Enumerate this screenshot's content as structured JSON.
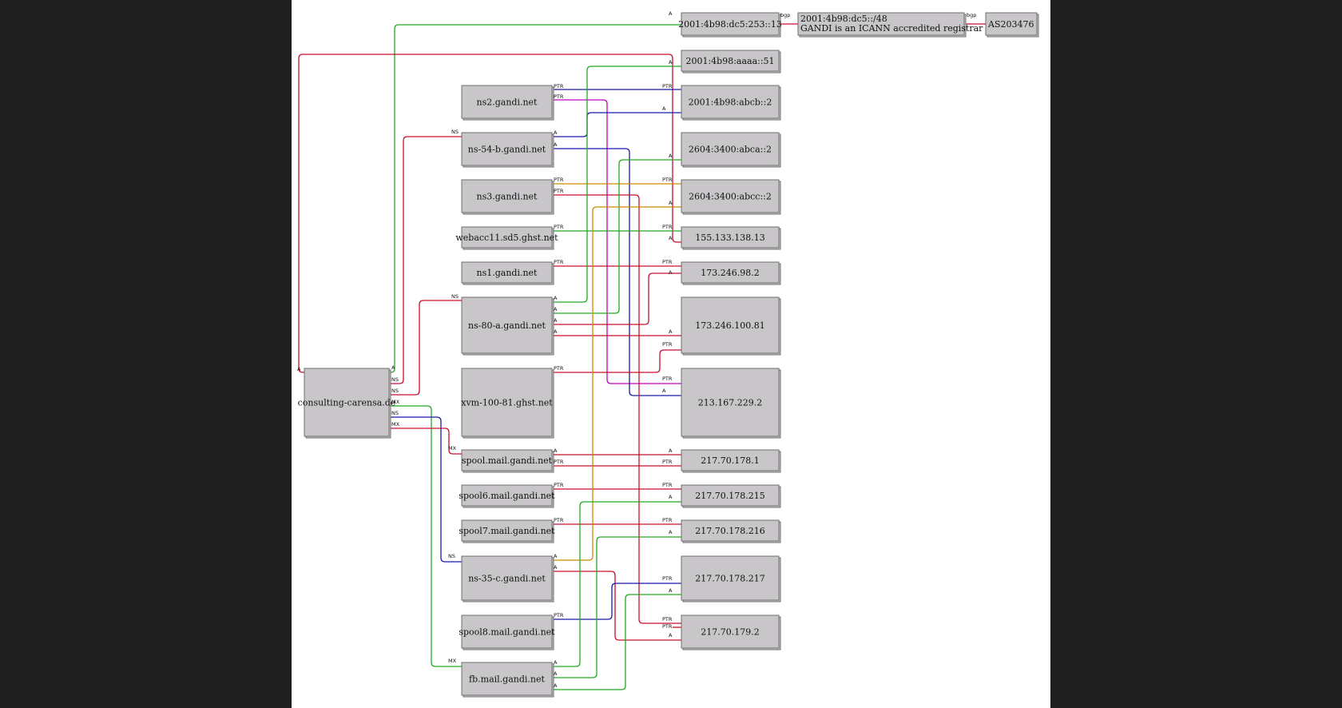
{
  "colors": {
    "red": "#c8102e",
    "green": "#22aa22",
    "blue": "#1a1aaa",
    "orange": "#d08a00",
    "magenta": "#c000c0",
    "background": "#1e1e1e",
    "canvas": "#ffffff",
    "node_fill": "#c8c6c9"
  },
  "nodes": [
    {
      "id": "consulting",
      "label": [
        "consulting-carensa.de"
      ]
    },
    {
      "id": "ns2",
      "label": [
        "ns2.gandi.net"
      ]
    },
    {
      "id": "ns54b",
      "label": [
        "ns-54-b.gandi.net"
      ]
    },
    {
      "id": "ns3",
      "label": [
        "ns3.gandi.net"
      ]
    },
    {
      "id": "webacc",
      "label": [
        "webacc11.sd5.ghst.net"
      ]
    },
    {
      "id": "ns1",
      "label": [
        "ns1.gandi.net"
      ]
    },
    {
      "id": "ns80a",
      "label": [
        "ns-80-a.gandi.net"
      ]
    },
    {
      "id": "xvm",
      "label": [
        "xvm-100-81.ghst.net"
      ]
    },
    {
      "id": "spool",
      "label": [
        "spool.mail.gandi.net"
      ]
    },
    {
      "id": "spool6",
      "label": [
        "spool6.mail.gandi.net"
      ]
    },
    {
      "id": "spool7",
      "label": [
        "spool7.mail.gandi.net"
      ]
    },
    {
      "id": "ns35c",
      "label": [
        "ns-35-c.gandi.net"
      ]
    },
    {
      "id": "spool8",
      "label": [
        "spool8.mail.gandi.net"
      ]
    },
    {
      "id": "fb",
      "label": [
        "fb.mail.gandi.net"
      ]
    },
    {
      "id": "ip_253",
      "label": [
        "2001:4b98:dc5:253::13"
      ]
    },
    {
      "id": "prefix",
      "label": [
        "2001:4b98:dc5::/48",
        "GANDI is an ICANN accredited registrar"
      ]
    },
    {
      "id": "asn",
      "label": [
        "AS203476"
      ]
    },
    {
      "id": "ip_aaaa",
      "label": [
        "2001:4b98:aaaa::51"
      ]
    },
    {
      "id": "ip_abcb",
      "label": [
        "2001:4b98:abcb::2"
      ]
    },
    {
      "id": "ip_abca",
      "label": [
        "2604:3400:abca::2"
      ]
    },
    {
      "id": "ip_abcc",
      "label": [
        "2604:3400:abcc::2"
      ]
    },
    {
      "id": "ip_155",
      "label": [
        "155.133.138.13"
      ]
    },
    {
      "id": "ip_173_2",
      "label": [
        "173.246.98.2"
      ]
    },
    {
      "id": "ip_173_81",
      "label": [
        "173.246.100.81"
      ]
    },
    {
      "id": "ip_213",
      "label": [
        "213.167.229.2"
      ]
    },
    {
      "id": "ip_217_1",
      "label": [
        "217.70.178.1"
      ]
    },
    {
      "id": "ip_217_215",
      "label": [
        "217.70.178.215"
      ]
    },
    {
      "id": "ip_217_216",
      "label": [
        "217.70.178.216"
      ]
    },
    {
      "id": "ip_217_217",
      "label": [
        "217.70.178.217"
      ]
    },
    {
      "id": "ip_179_2",
      "label": [
        "217.70.179.2"
      ]
    }
  ],
  "edges": [
    {
      "from": "consulting",
      "to": "ip_253",
      "type": "A",
      "color": "green"
    },
    {
      "from": "consulting",
      "to": "ip_155",
      "type": "A",
      "color": "red"
    },
    {
      "from": "consulting",
      "to": "ns54b",
      "type": "NS",
      "color": "red"
    },
    {
      "from": "consulting",
      "to": "ns80a",
      "type": "NS",
      "color": "red"
    },
    {
      "from": "consulting",
      "to": "fb",
      "type": "MX",
      "color": "green"
    },
    {
      "from": "consulting",
      "to": "ns35c",
      "type": "NS",
      "color": "blue"
    },
    {
      "from": "consulting",
      "to": "spool",
      "type": "MX",
      "color": "red"
    },
    {
      "from": "ip_253",
      "to": "prefix",
      "type": "bgp",
      "color": "red"
    },
    {
      "from": "prefix",
      "to": "asn",
      "type": "bgp",
      "color": "red"
    },
    {
      "from": "ns2",
      "to": "ip_abcb",
      "type": "PTR",
      "color": "blue"
    },
    {
      "from": "ns2",
      "to": "ip_213",
      "type": "PTR",
      "color": "magenta"
    },
    {
      "from": "ns54b",
      "to": "ip_abcb",
      "type": "A",
      "color": "blue"
    },
    {
      "from": "ns54b",
      "to": "ip_213",
      "type": "A",
      "color": "blue"
    },
    {
      "from": "ns3",
      "to": "ip_abcc",
      "type": "PTR",
      "color": "orange"
    },
    {
      "from": "ns3",
      "to": "ip_217_217",
      "type": "PTR",
      "color": "red"
    },
    {
      "from": "webacc",
      "to": "ip_155",
      "type": "PTR",
      "color": "green"
    },
    {
      "from": "ns1",
      "to": "ip_173_2",
      "type": "PTR",
      "color": "red"
    },
    {
      "from": "ns80a",
      "to": "ip_aaaa",
      "type": "A",
      "color": "green"
    },
    {
      "from": "ns80a",
      "to": "ip_abca",
      "type": "A",
      "color": "green"
    },
    {
      "from": "ns80a",
      "to": "ip_173_2",
      "type": "A",
      "color": "red"
    },
    {
      "from": "ns80a",
      "to": "ip_173_81",
      "type": "A",
      "color": "red"
    },
    {
      "from": "xvm",
      "to": "ip_173_81",
      "type": "PTR",
      "color": "red"
    },
    {
      "from": "spool",
      "to": "ip_217_1",
      "type": "A",
      "color": "red"
    },
    {
      "from": "spool",
      "to": "ip_217_1",
      "type": "PTR",
      "color": "red"
    },
    {
      "from": "spool6",
      "to": "ip_217_215",
      "type": "PTR",
      "color": "red"
    },
    {
      "from": "spool7",
      "to": "ip_217_216",
      "type": "PTR",
      "color": "red"
    },
    {
      "from": "ns35c",
      "to": "ip_abcc",
      "type": "A",
      "color": "orange"
    },
    {
      "from": "ns35c",
      "to": "ip_179_2",
      "type": "A",
      "color": "red"
    },
    {
      "from": "spool8",
      "to": "ip_217_217",
      "type": "PTR",
      "color": "blue"
    },
    {
      "from": "fb",
      "to": "ip_217_215",
      "type": "A",
      "color": "green"
    },
    {
      "from": "fb",
      "to": "ip_217_216",
      "type": "A",
      "color": "green"
    },
    {
      "from": "fb",
      "to": "ip_217_217",
      "type": "A",
      "color": "green"
    },
    {
      "from": "ip_179_2",
      "to": "ip_179_2",
      "type": "PTR",
      "color": "red"
    }
  ]
}
